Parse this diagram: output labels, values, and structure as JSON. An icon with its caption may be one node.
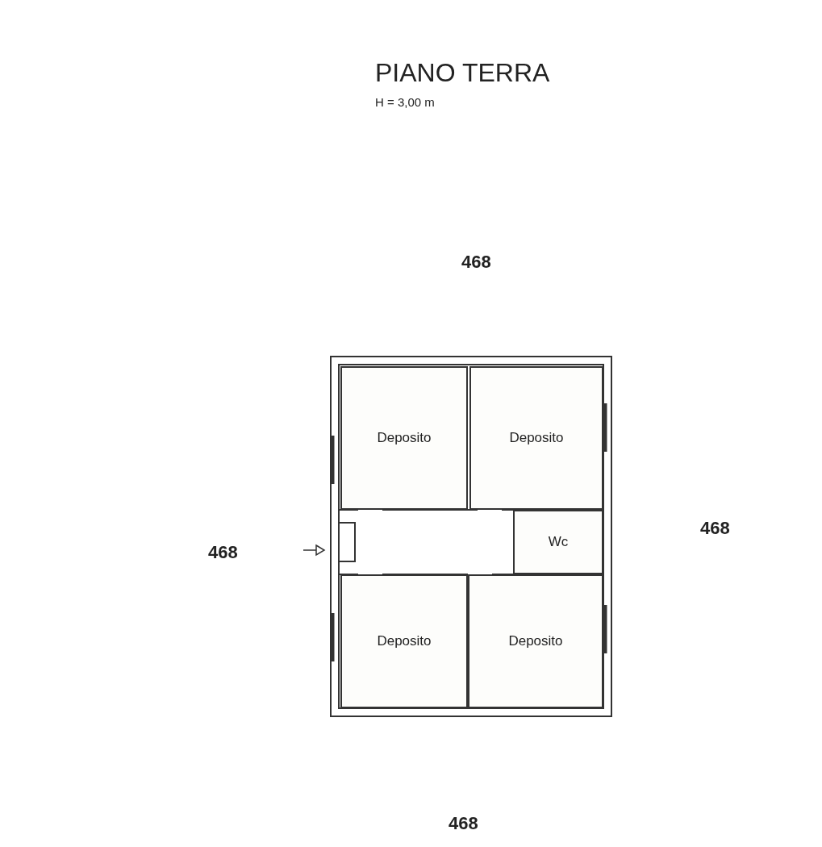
{
  "diagram": {
    "title": "PIANO TERRA",
    "nodes": [
      {
        "text": [
          "Deposito"
        ]
      },
      {
        "text": [
          "Deposito"
        ]
      },
      {
        "text": [
          "Wc"
        ]
      },
      {
        "text": [
          "Deposito"
        ]
      },
      {
        "text": [
          "Deposito"
        ]
      }
    ],
    "labels": [
      "H = 3,00 m",
      "468",
      "468",
      "468",
      "468"
    ]
  }
}
